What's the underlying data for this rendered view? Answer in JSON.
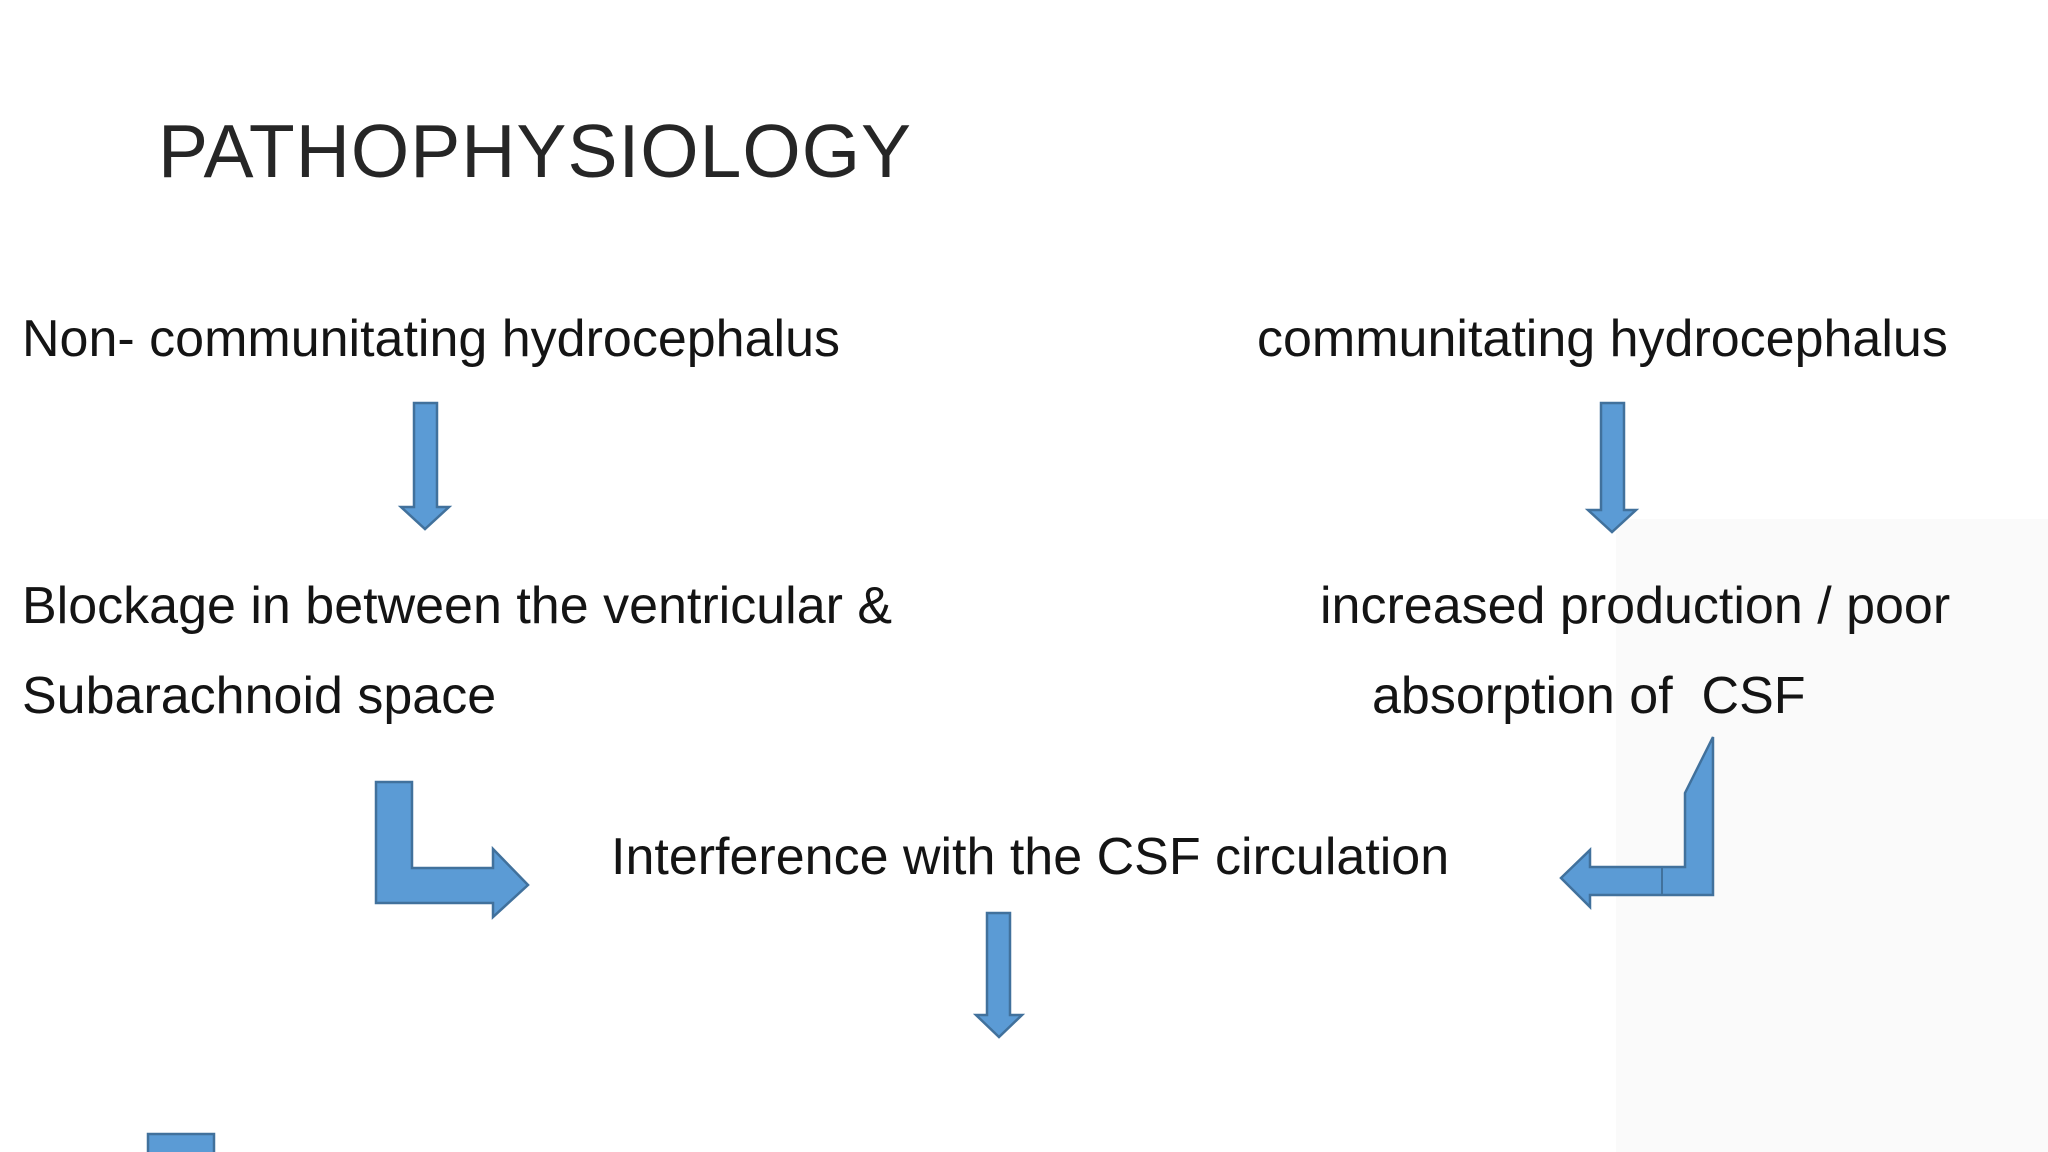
{
  "slide": {
    "title": "PATHOPHYSIOLOGY",
    "flowchart": {
      "non_communicating_label": "Non- communitating hydrocephalus",
      "communicating_label": "communitating hydrocephalus",
      "blockage_line1": "Blockage in between the ventricular &",
      "blockage_line2": "Subarachnoid space",
      "production_line1": "increased production / poor",
      "production_line2": "absorption of  CSF",
      "interference_label": "Interference with the CSF circulation"
    },
    "colors": {
      "arrow_fill": "#5b9bd5",
      "arrow_stroke": "#41719c",
      "title_text": "#262626",
      "body_text": "#141414",
      "background": "#ffffff"
    }
  }
}
